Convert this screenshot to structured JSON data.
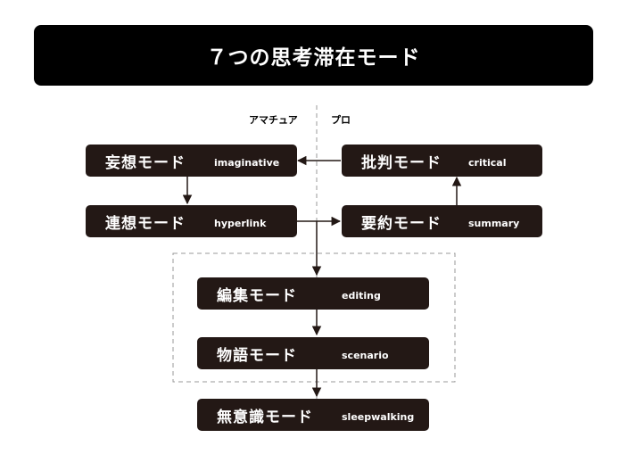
{
  "title": "７つの思考滞在モード",
  "columns": {
    "amateur": "アマチュア",
    "pro": "プロ"
  },
  "modes": {
    "imaginative": {
      "jp": "妄想モード",
      "en": "imaginative"
    },
    "hyperlink": {
      "jp": "連想モード",
      "en": "hyperlink"
    },
    "critical": {
      "jp": "批判モード",
      "en": "critical"
    },
    "summary": {
      "jp": "要約モード",
      "en": "summary"
    },
    "editing": {
      "jp": "編集モード",
      "en": "editing"
    },
    "scenario": {
      "jp": "物語モード",
      "en": "scenario"
    },
    "sleepwalking": {
      "jp": "無意識モード",
      "en": "sleepwalking"
    }
  },
  "colors": {
    "node": "#231815",
    "title_bg": "#000000",
    "text": "#ffffff",
    "line": "#231815",
    "dashed": "#999999"
  }
}
